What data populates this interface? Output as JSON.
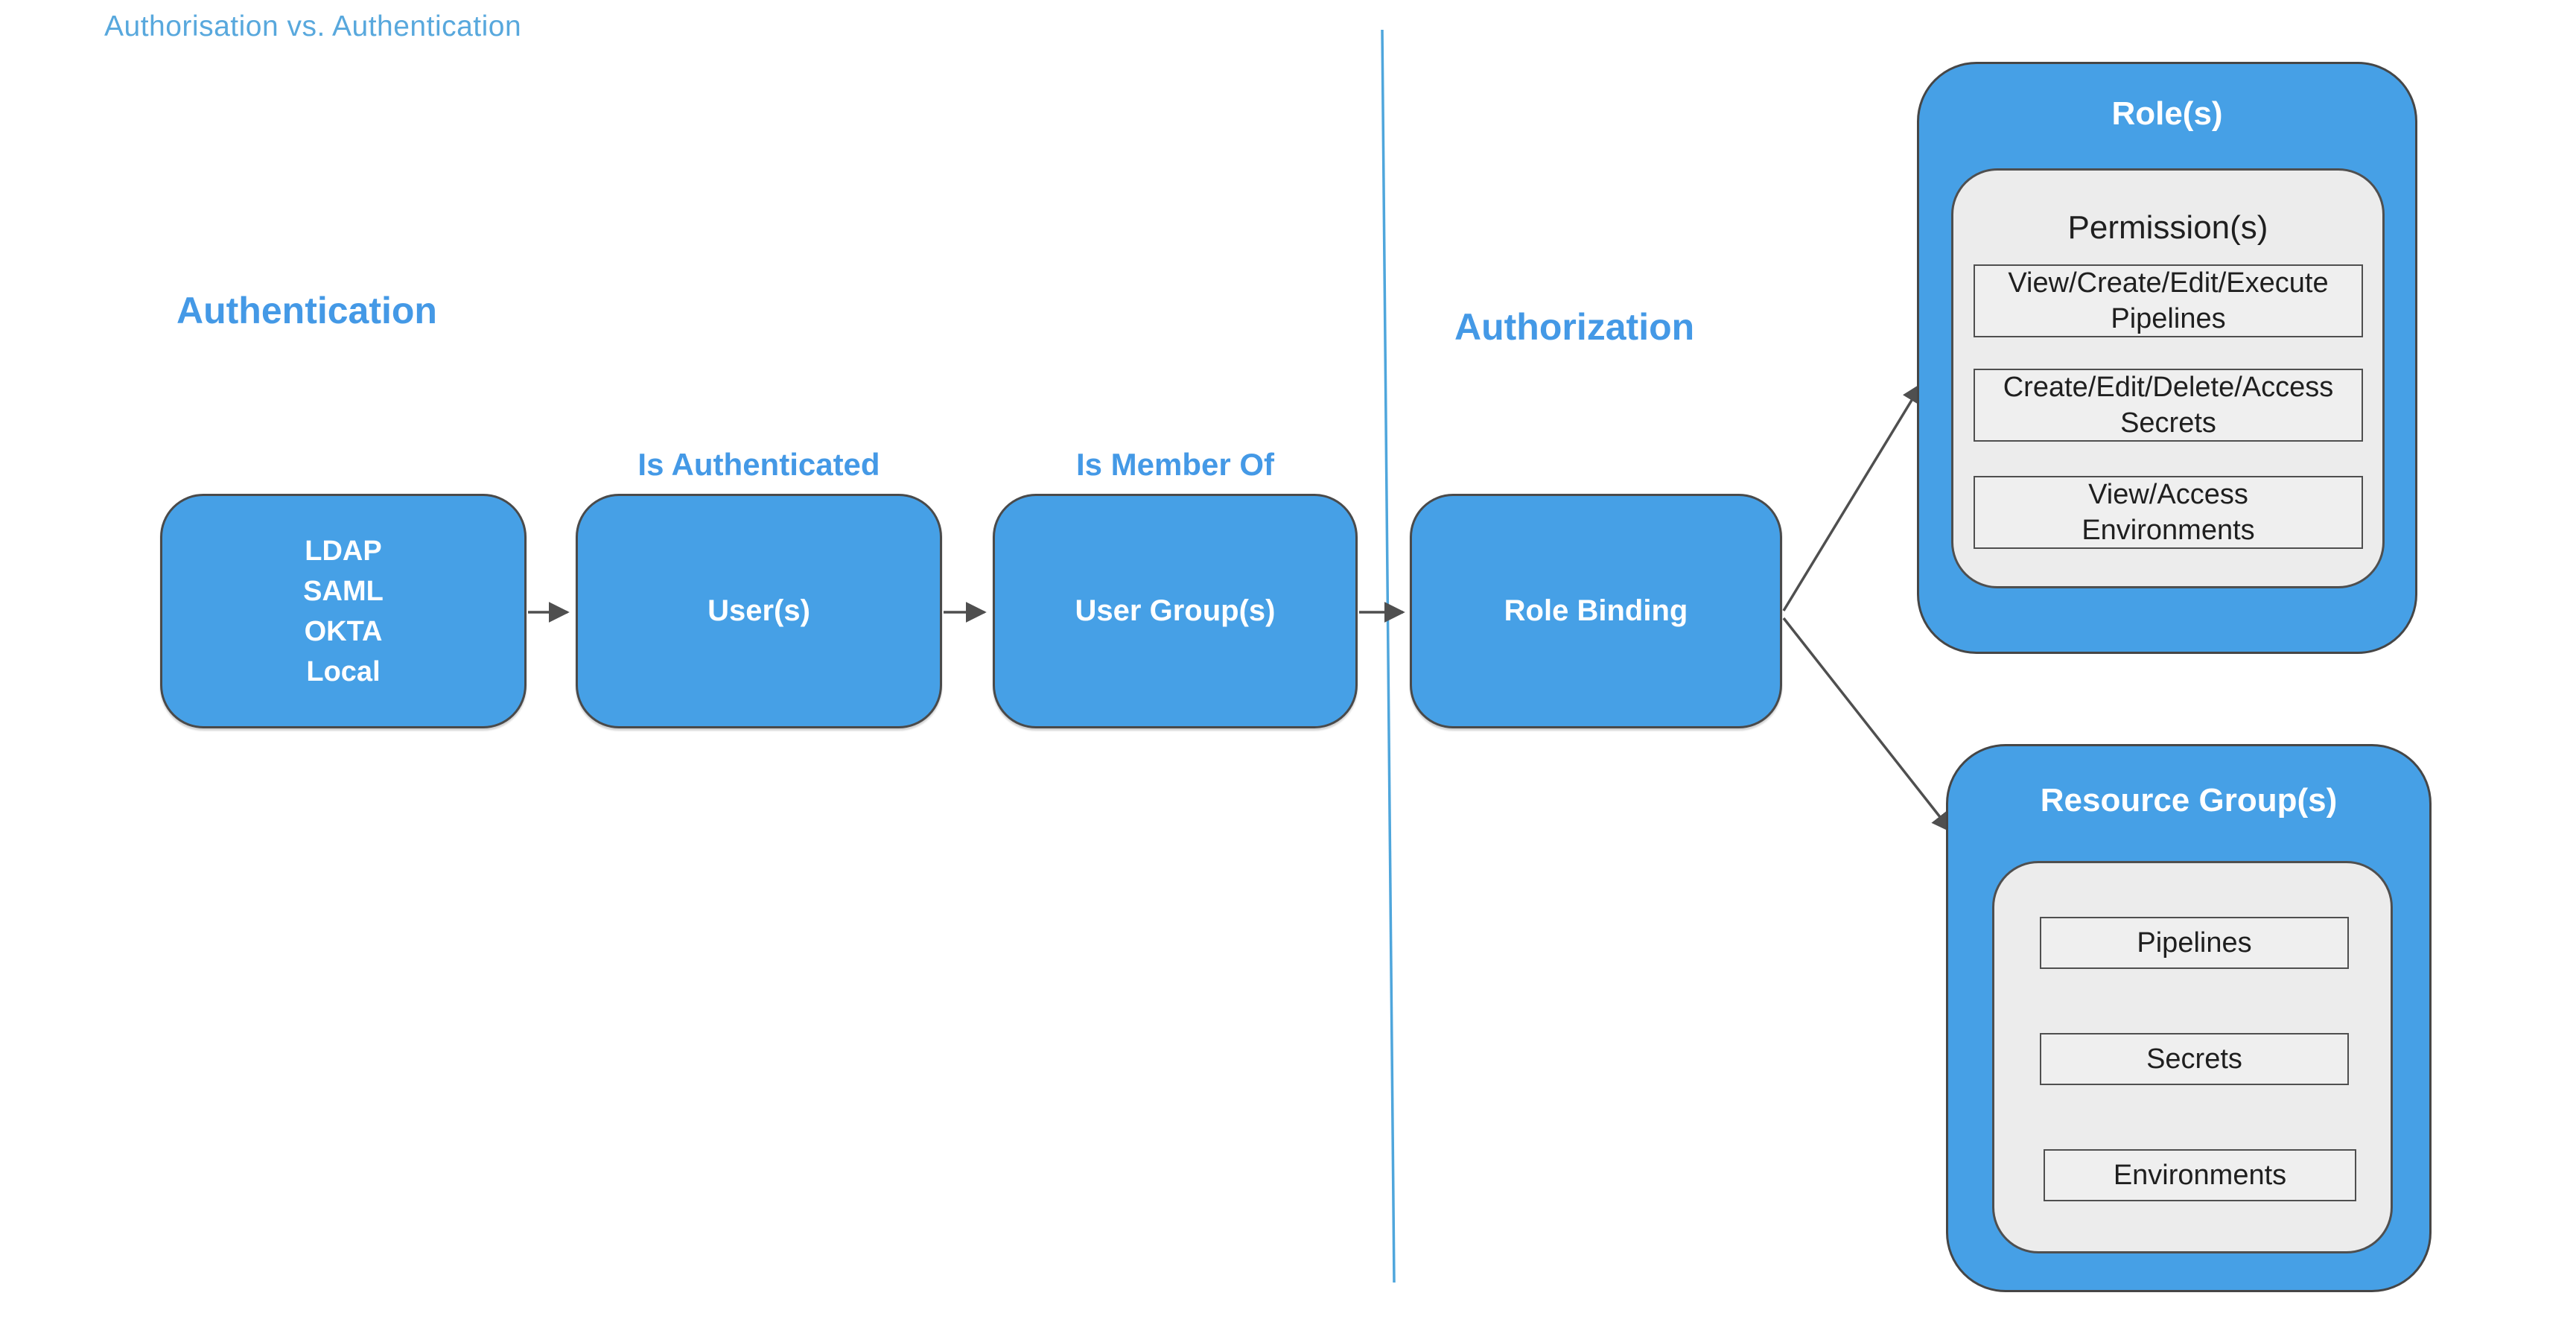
{
  "page_title": "Authorisation vs. Authentication",
  "sections": {
    "authentication": {
      "heading": "Authentication"
    },
    "authorization": {
      "heading": "Authorization"
    }
  },
  "flow": {
    "identity_providers": {
      "label": "LDAP\nSAML\nOKTA\nLocal"
    },
    "users": {
      "label": "User(s)",
      "edge_label": "Is Authenticated"
    },
    "user_groups": {
      "label": "User Group(s)",
      "edge_label": "Is Member Of"
    },
    "role_binding": {
      "label": "Role Binding"
    }
  },
  "roles": {
    "title": "Role(s)",
    "permissions_title": "Permission(s)",
    "permissions": [
      "View/Create/Edit/Execute\nPipelines",
      "Create/Edit/Delete/Access\nSecrets",
      "View/Access\nEnvironments"
    ]
  },
  "resource_groups": {
    "title": "Resource Group(s)",
    "items": [
      "Pipelines",
      "Secrets",
      "Environments"
    ]
  },
  "colors": {
    "shape_blue": "#46a0e6",
    "heading_blue": "#4499e6",
    "title_blue": "#58a8dd",
    "divider_blue": "#4fa6dc",
    "panel_gray": "#ececec",
    "border_dark": "#4a4a4a",
    "arrow_gray": "#4f4f4f",
    "label_white": "#ffffff",
    "item_text": "#1f1f1f"
  }
}
